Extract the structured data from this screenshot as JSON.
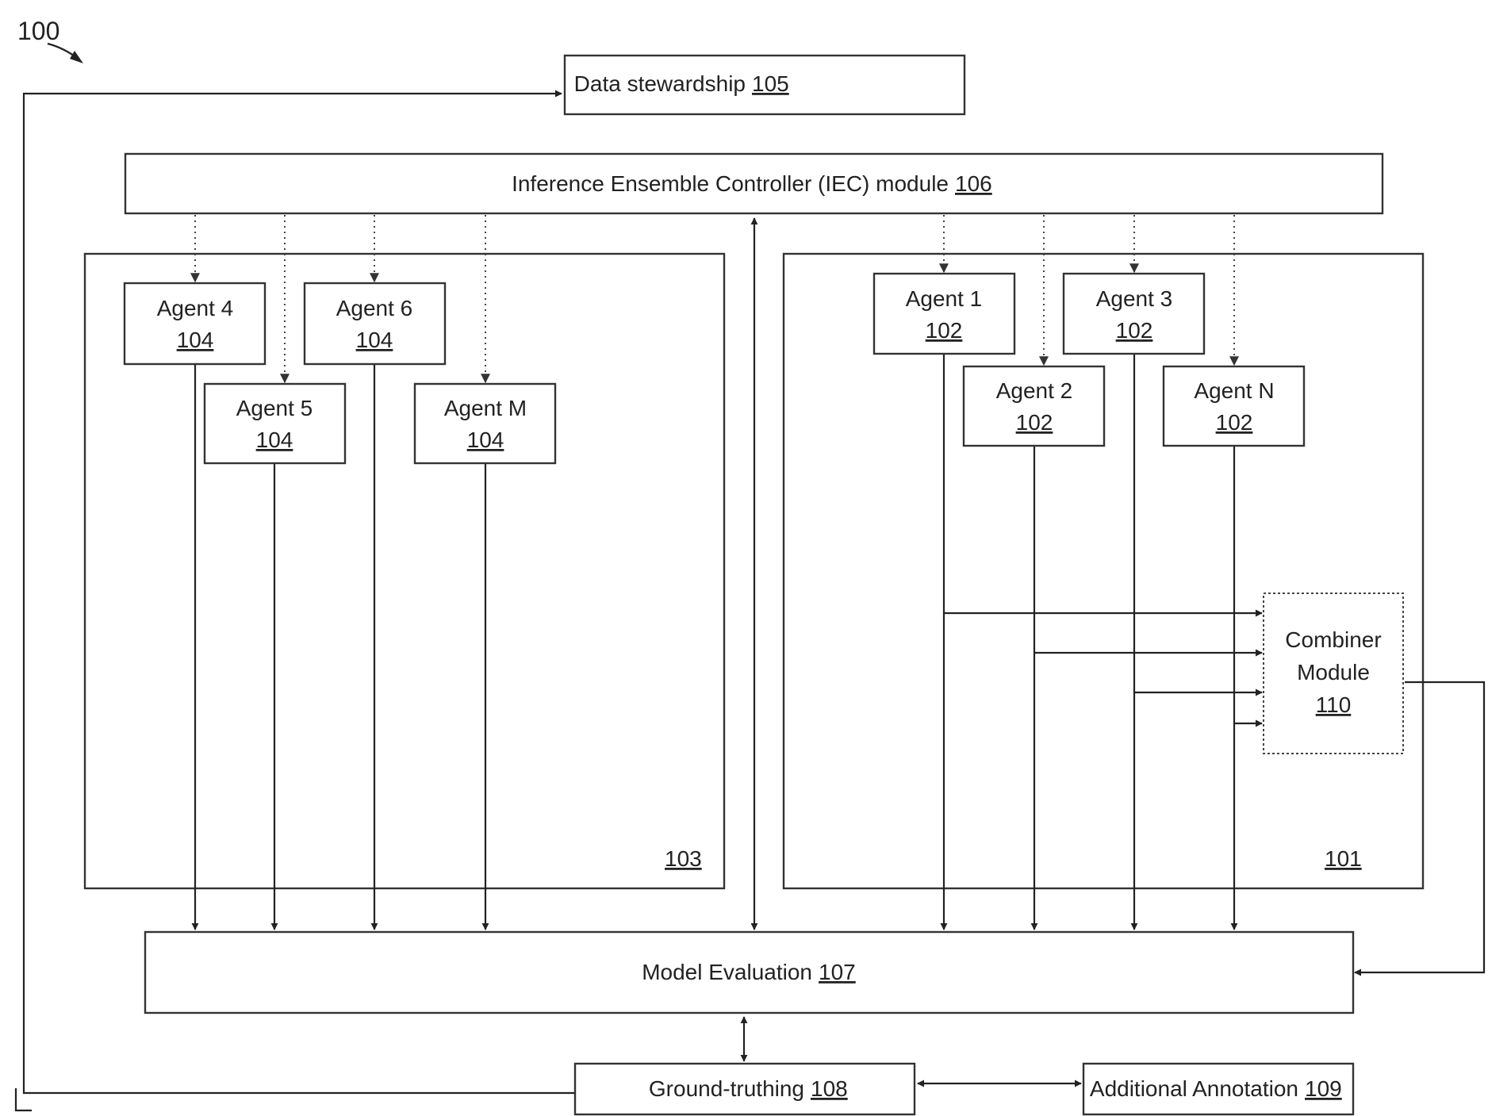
{
  "figure_label": "100",
  "data_stewardship": {
    "label": "Data stewardship",
    "ref": "105"
  },
  "iec": {
    "label": "Inference Ensemble Controller (IEC) module",
    "ref": "106"
  },
  "group_left_ref": "103",
  "group_right_ref": "101",
  "agents_left": [
    {
      "label": "Agent 4",
      "ref": "104"
    },
    {
      "label": "Agent 5",
      "ref": "104"
    },
    {
      "label": "Agent 6",
      "ref": "104"
    },
    {
      "label": "Agent M",
      "ref": "104"
    }
  ],
  "agents_right": [
    {
      "label": "Agent 1",
      "ref": "102"
    },
    {
      "label": "Agent 2",
      "ref": "102"
    },
    {
      "label": "Agent 3",
      "ref": "102"
    },
    {
      "label": "Agent N",
      "ref": "102"
    }
  ],
  "combiner": {
    "line1": "Combiner",
    "line2": "Module",
    "ref": "110"
  },
  "model_evaluation": {
    "label": "Model Evaluation",
    "ref": "107"
  },
  "ground_truthing": {
    "label": "Ground-truthing",
    "ref": "108"
  },
  "additional_annotation": {
    "label": "Additional Annotation",
    "ref": "109"
  }
}
